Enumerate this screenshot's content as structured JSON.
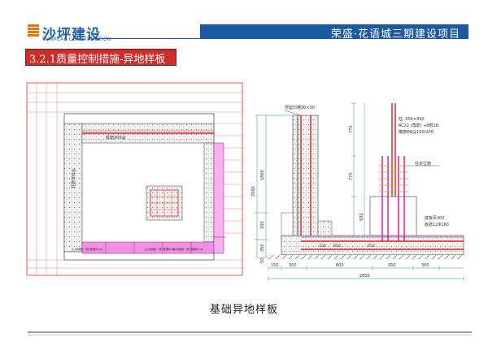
{
  "header": {
    "logo_cn": "沙坪建设",
    "logo_en": "SUNPEAK CONSTRUCTION",
    "project_title": "荣盛·花语城三期建设项目",
    "accent_color": "#1b5aa0",
    "logo_color": "#e8721c"
  },
  "section": {
    "title": "3.2.1质量控制措施-异地样板",
    "color": "#cf2c2a"
  },
  "drawing": {
    "left_labels": {
      "beam_label": "梁筋300@",
      "column_label": "柱筋300@",
      "callout_1": "止水钢板一层 厚度6mm",
      "callout_2": "止水钢板一层 厚度6mm",
      "callout_3": "止水钢板一层 厚度6mm"
    },
    "right_labels": {
      "groove": "预留凹槽30×30",
      "col_size": "柱: 500×450",
      "col_bars": "4C22 (角筋) +8根18",
      "col_stirrup": "箍筋Φ8@100/200",
      "positioner": "柱定位筋",
      "slab_thick": "底板厚300",
      "slab_bars": "板筋12Φ160"
    },
    "dims_vertical": [
      "2000",
      "1800",
      "200",
      "350",
      "50",
      "770",
      "770",
      "500"
    ],
    "dims_small": [
      "100",
      "850",
      "650"
    ],
    "dims_bottom": [
      "150",
      "300",
      "800",
      "450",
      "300",
      "2800"
    ]
  },
  "caption": "基础异地样板"
}
